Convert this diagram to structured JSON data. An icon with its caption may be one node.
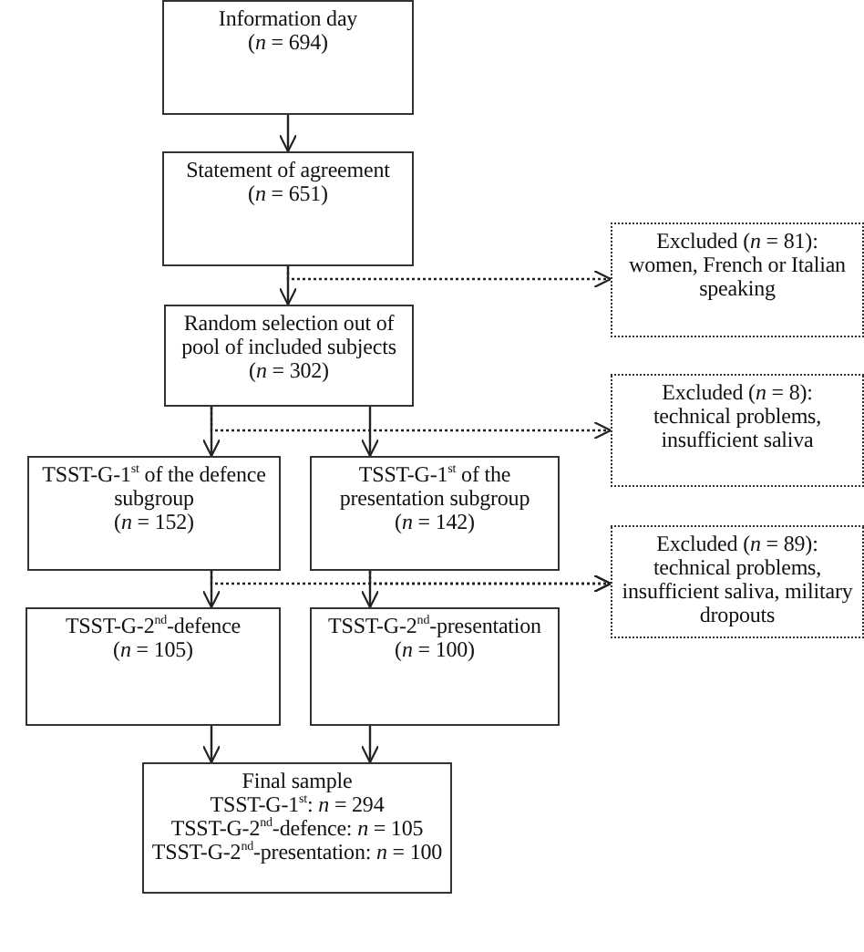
{
  "diagram": {
    "nodes": [
      {
        "text": [
          "Information day",
          "(*n* = 694)"
        ]
      },
      {
        "text": [
          "Statement of agreement",
          "(*n* = 651)"
        ]
      },
      {
        "text": [
          "Excluded (*n* = 81):",
          "women, French or Italian speaking"
        ]
      },
      {
        "text": [
          "Random selection out of pool of included subjects",
          "(*n* = 302)"
        ]
      },
      {
        "text": [
          "Excluded (*n* = 8):",
          "technical problems, insufficient saliva"
        ]
      },
      {
        "text": [
          "TSST-G-1$^{st}$ of the defence subgroup",
          "(*n* = 152)"
        ]
      },
      {
        "text": [
          "TSST-G-1$^{st}$ of the presentation subgroup",
          "(*n* = 142)"
        ]
      },
      {
        "text": [
          "Excluded (*n* = 89):",
          "technical problems, insufficient saliva, military dropouts"
        ]
      },
      {
        "text": [
          "TSST-G-2$^{nd}$-defence",
          "(*n* = 105)"
        ]
      },
      {
        "text": [
          "TSST-G-2$^{nd}$-presentation",
          "(*n* = 100)"
        ]
      },
      {
        "text": [
          "Final sample",
          "TSST-G-1$^{st}$: *n* = 294",
          "TSST-G-2$^{nd}$-defence: *n* = 105",
          "TSST-G-2$^{nd}$-presentation: *n* = 100"
        ]
      }
    ],
    "edges": [
      {
        "from": 0,
        "to": 1,
        "arrow": "to"
      },
      {
        "from": 1,
        "to": 2,
        "arrow": "to",
        "style": "dashed"
      },
      {
        "from": 1,
        "to": 3,
        "arrow": "to"
      },
      {
        "from": 3,
        "to": 4,
        "arrow": "to",
        "style": "dashed"
      },
      {
        "from": 3,
        "to": 5,
        "arrow": "to"
      },
      {
        "from": 3,
        "to": 6,
        "arrow": "to"
      },
      {
        "from": 5,
        "to": 7,
        "arrow": "to",
        "style": "dashed"
      },
      {
        "from": 6,
        "to": 7,
        "arrow": "to",
        "style": "dashed"
      },
      {
        "from": 5,
        "to": 8,
        "arrow": "to"
      },
      {
        "from": 6,
        "to": 9,
        "arrow": "to"
      },
      {
        "from": 8,
        "to": 10,
        "arrow": "to"
      },
      {
        "from": 9,
        "to": 10,
        "arrow": "to"
      }
    ]
  }
}
